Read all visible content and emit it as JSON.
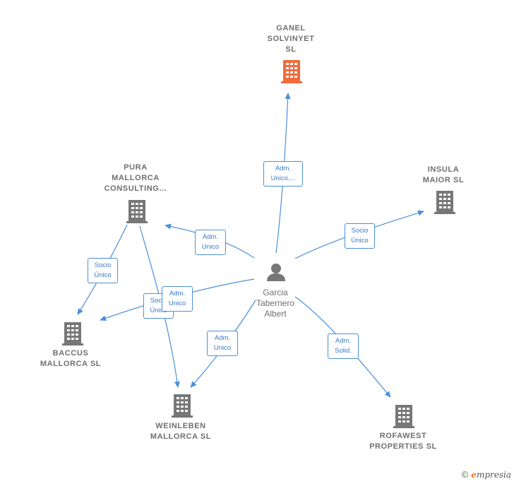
{
  "colors": {
    "edge": "#4a90d9",
    "company_gray": "#777777",
    "company_highlight": "#f26b3a",
    "person": "#777777"
  },
  "center_person": {
    "name_lines": [
      "Garcia",
      "Tabernero",
      "Albert"
    ],
    "icon": "person-icon"
  },
  "companies": [
    {
      "id": "ganel",
      "lines": [
        "GANEL",
        "SOLVINYET",
        "SL"
      ],
      "highlight": true,
      "icon": "building-icon"
    },
    {
      "id": "pura",
      "lines": [
        "PURA",
        "MALLORCA",
        "CONSULTING..."
      ],
      "highlight": false,
      "icon": "building-icon"
    },
    {
      "id": "insula",
      "lines": [
        "INSULA",
        "MAIOR  SL"
      ],
      "highlight": false,
      "icon": "building-icon"
    },
    {
      "id": "baccus",
      "lines": [
        "BACCUS",
        "MALLORCA  SL"
      ],
      "highlight": false,
      "icon": "building-icon"
    },
    {
      "id": "weinleben",
      "lines": [
        "WEINLEBEN",
        "MALLORCA  SL"
      ],
      "highlight": false,
      "icon": "building-icon"
    },
    {
      "id": "rofawest",
      "lines": [
        "ROFAWEST",
        "PROPERTIES SL"
      ],
      "highlight": false,
      "icon": "building-icon"
    }
  ],
  "edges": [
    {
      "id": "e-ganel",
      "label_lines": [
        "Adm.",
        "Unico,..."
      ]
    },
    {
      "id": "e-pura",
      "label_lines": [
        "Adm.",
        "Unico"
      ]
    },
    {
      "id": "e-insula",
      "label_lines": [
        "Socio",
        "Único"
      ]
    },
    {
      "id": "e-pura-baccus",
      "label_lines": [
        "Socio",
        "Único"
      ]
    },
    {
      "id": "e-pura-weinleben",
      "label_lines": [
        "Socio",
        "Único"
      ]
    },
    {
      "id": "e-baccus",
      "label_lines": [
        "Adm.",
        "Unico"
      ]
    },
    {
      "id": "e-weinleben",
      "label_lines": [
        "Adm.",
        "Unico"
      ]
    },
    {
      "id": "e-rofawest",
      "label_lines": [
        "Adm.",
        "Solid."
      ]
    }
  ],
  "footer": {
    "copyright": "©",
    "brand_initial": "e",
    "brand_rest": "mpresia"
  }
}
